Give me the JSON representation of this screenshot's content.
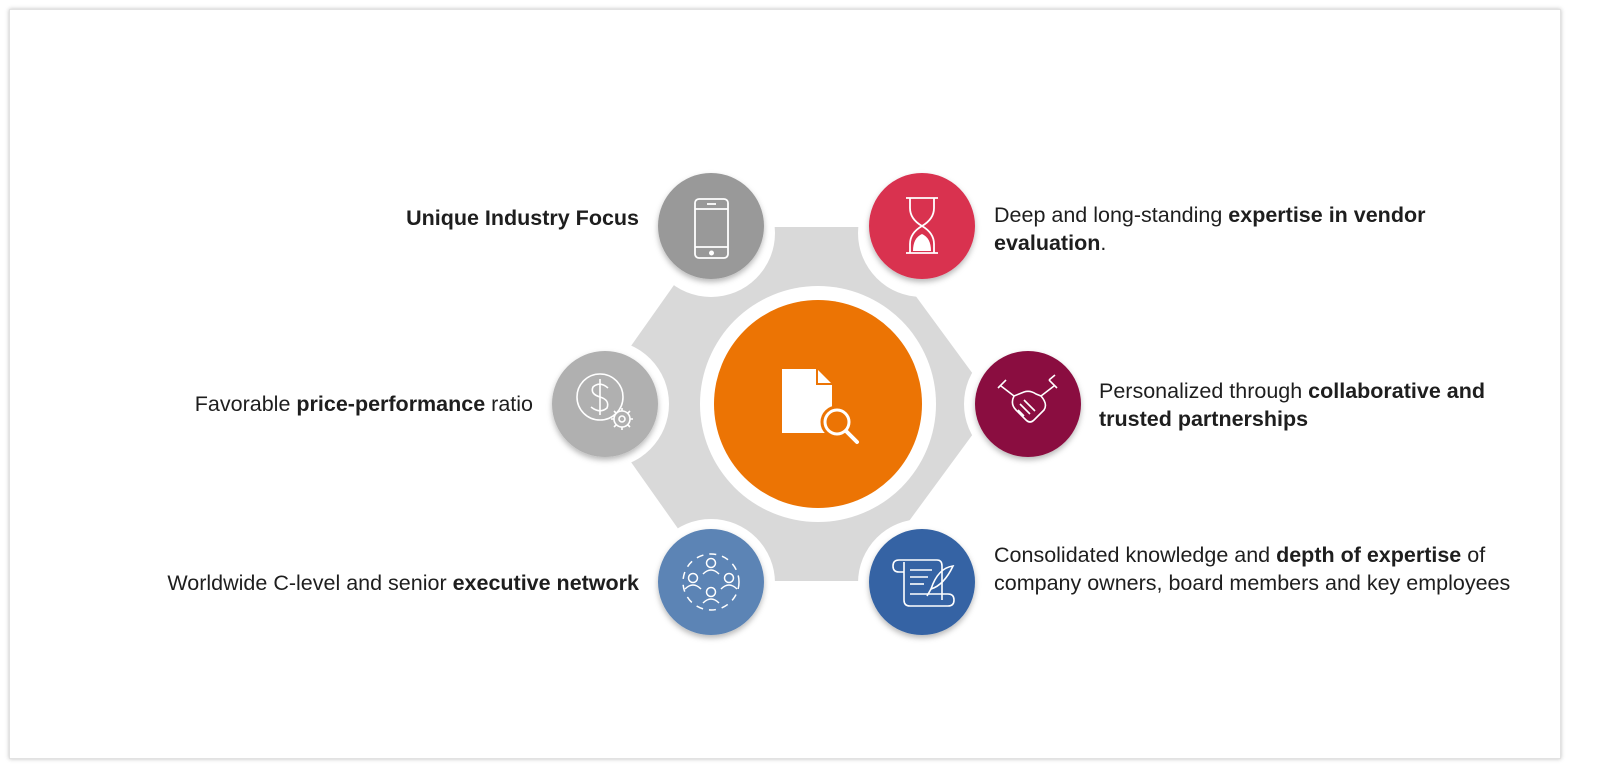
{
  "center": {
    "icon": "document-search-icon",
    "color": "#ec7404"
  },
  "hexagon_color": "#d9d9d9",
  "items": [
    {
      "id": "unique-industry-focus",
      "icon": "smartphone-icon",
      "color": "#999999",
      "text_plain_1": "",
      "text_bold": "Unique Industry Focus",
      "text_plain_2": ""
    },
    {
      "id": "vendor-evaluation",
      "icon": "hourglass-icon",
      "color": "#d93050",
      "text_plain_1": "Deep and long-standing ",
      "text_bold": "expertise in vendor evaluation",
      "text_plain_2": "."
    },
    {
      "id": "price-performance",
      "icon": "dollar-gear-icon",
      "color": "#b0b0b0",
      "text_plain_1": "Favorable ",
      "text_bold": "price-performance",
      "text_plain_2": " ratio"
    },
    {
      "id": "partnerships",
      "icon": "handshake-icon",
      "color": "#8a1140",
      "text_plain_1": "Personalized through ",
      "text_bold": "collaborative and trusted partnerships",
      "text_plain_2": ""
    },
    {
      "id": "executive-network",
      "icon": "people-network-icon",
      "color": "#5b84b5",
      "text_plain_1": "Worldwide C-level and senior ",
      "text_bold": "executive network",
      "text_plain_2": ""
    },
    {
      "id": "depth-of-expertise",
      "icon": "scroll-quill-icon",
      "color": "#3463a4",
      "text_plain_1": "Consolidated knowledge and ",
      "text_bold": "depth of expertise",
      "text_plain_2": " of company owners, board members and key employees"
    }
  ]
}
